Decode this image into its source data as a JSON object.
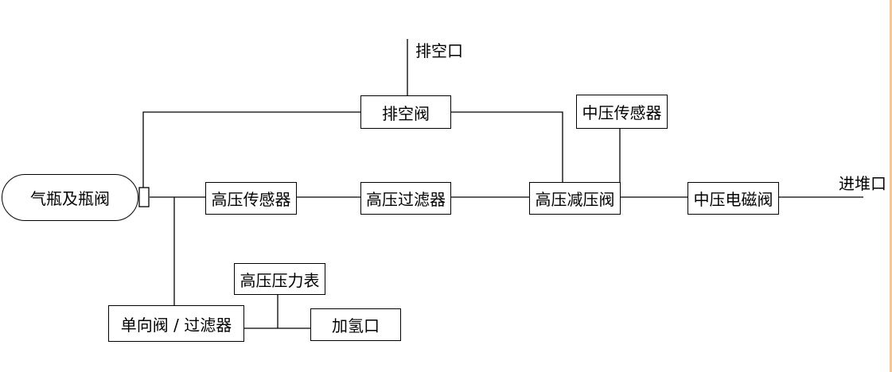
{
  "diagram": {
    "nodes": {
      "cylinder": "气瓶及瓶阀",
      "vent_valve": "排空阀",
      "vent_port": "排空口",
      "mp_sensor": "中压传感器",
      "hp_sensor": "高压传感器",
      "hp_filter": "高压过滤器",
      "hp_reducer": "高压减压阀",
      "mp_solenoid": "中压电磁阀",
      "stack_inlet": "进堆口",
      "hp_gauge": "高压压力表",
      "check_filter": "单向阀 / 过滤器",
      "fill_port": "加氢口"
    },
    "colors": {
      "line": "#000000",
      "background": "#ffffff",
      "edge_strip": "#f3c79a"
    }
  }
}
